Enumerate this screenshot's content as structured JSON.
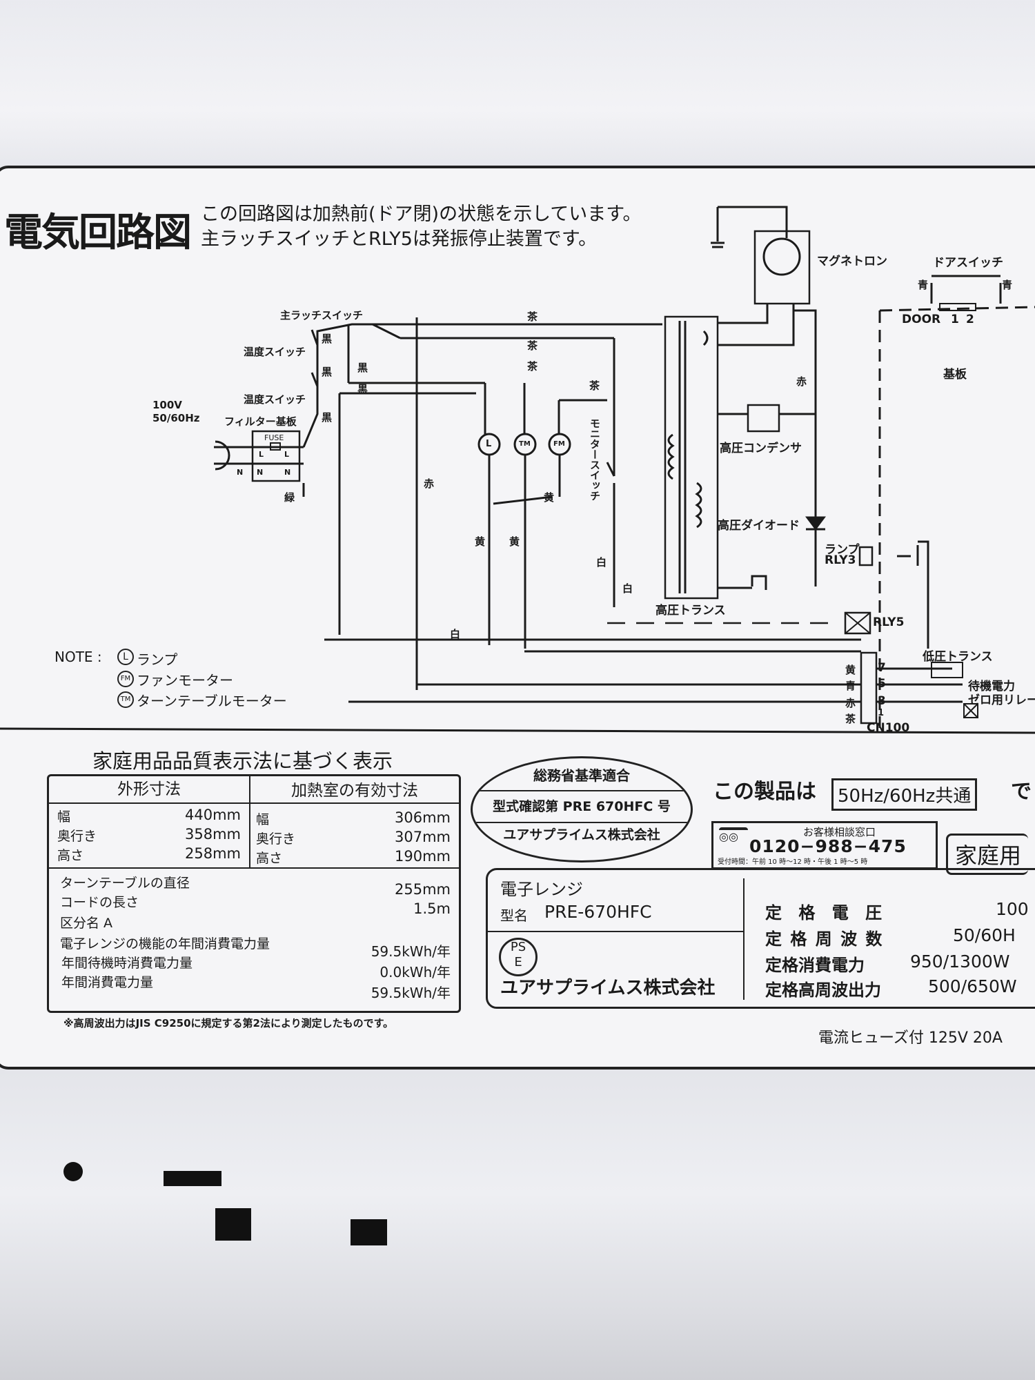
{
  "header": {
    "title": "電気回路図",
    "note_line1": "この回路図は加熱前(ドア閉)の状態を示しています。",
    "note_line2": "主ラッチスイッチとRLY5は発振停止装置です。"
  },
  "diagram": {
    "main_latch_switch": "主ラッチスイッチ",
    "temp_switch_1": "温度スイッチ",
    "temp_switch_2": "温度スイッチ",
    "supply_voltage": "100V",
    "supply_freq": "50/60Hz",
    "filter_board": "フィルター基板",
    "fuse": "FUSE",
    "terminal_L1": "L",
    "terminal_L2": "L",
    "terminal_N1": "N",
    "terminal_N2": "N",
    "terminal_N3": "N",
    "wire_colors": [
      "黒",
      "黒",
      "黒",
      "黒",
      "黒",
      "茶",
      "茶",
      "茶",
      "茶",
      "赤",
      "黄",
      "黄",
      "黄",
      "白",
      "白",
      "白",
      "緑",
      "赤"
    ],
    "lamp_symbol": "L",
    "turntable_symbol": "TM",
    "fan_symbol": "FM",
    "monitor_switch": "モニタースイッチ",
    "magnetron": "マグネトロン",
    "hv_capacitor": "高圧コンデンサ",
    "hv_diode": "高圧ダイオード",
    "hv_transformer": "高圧トランス",
    "door_switch": "ドアスイッチ",
    "door_wire_left": "青",
    "door_wire_right": "青",
    "door_connector": "DOOR",
    "door_pin_1": "1",
    "door_pin_2": "2",
    "board": "基板",
    "lamp_relay_label": "ランプ",
    "lamp_relay": "RLY3",
    "relay5": "RLY5",
    "lv_transformer": "低圧トランス",
    "standby_relay_line1": "待機電力",
    "standby_relay_line2": "ゼロ用リレー",
    "connector": "CN100",
    "connector_pins": [
      {
        "color": "黄",
        "pin": "7"
      },
      {
        "color": "青",
        "pin": "5"
      },
      {
        "color": "赤",
        "pin": "3"
      },
      {
        "color": "茶",
        "pin": "1"
      }
    ]
  },
  "note": {
    "heading": "NOTE :",
    "items": [
      {
        "symbol": "L",
        "text": "ランプ"
      },
      {
        "symbol": "FM",
        "text": "ファンモーター"
      },
      {
        "symbol": "TM",
        "text": "ターンテーブルモーター"
      }
    ]
  },
  "quality": {
    "heading": "家庭用品品質表示法に基づく表示",
    "outer_header": "外形寸法",
    "inner_header": "加熱室の有効寸法",
    "outer": [
      {
        "label": "幅",
        "value": "440mm"
      },
      {
        "label": "奥行き",
        "value": "358mm"
      },
      {
        "label": "高さ",
        "value": "258mm"
      }
    ],
    "inner": [
      {
        "label": "幅",
        "value": "306mm"
      },
      {
        "label": "奥行き",
        "value": "307mm"
      },
      {
        "label": "高さ",
        "value": "190mm"
      }
    ],
    "rows": [
      {
        "label": "ターンテーブルの直径",
        "value": "255mm"
      },
      {
        "label": "コードの長さ",
        "value": "1.5m"
      },
      {
        "label": "区分名 A",
        "value": ""
      },
      {
        "label": "電子レンジの機能の年間消費電力量",
        "value": "59.5kWh/年"
      },
      {
        "label": "年間待機時消費電力量",
        "value": "0.0kWh/年"
      },
      {
        "label": "年間消費電力量",
        "value": "59.5kWh/年"
      }
    ],
    "footnote": "※高周波出力はJIS C9250に規定する第2法により測定したものです。"
  },
  "certification": {
    "line1": "総務省基準適合",
    "line2": "型式確認第 PRE 670HFC 号",
    "line3": "ユアサプライムス株式会社"
  },
  "frequency": {
    "prefix": "この製品は",
    "boxed": "50Hz/60Hz共通",
    "suffix": "で"
  },
  "support": {
    "title": "お客様相談窓口",
    "phone": "0120−988−475",
    "hours": "受付時間：午前 10 時〜12 時・午後 1 時〜5 時"
  },
  "household_badge": "家庭用",
  "product": {
    "name": "電子レンジ",
    "model_label": "型名",
    "model": "PRE-670HFC",
    "pse_top": "PS",
    "pse_bottom": "E",
    "maker": "ユアサプライムス株式会社"
  },
  "ratings": [
    {
      "label": "定 格 電 圧",
      "value": "100"
    },
    {
      "label": "定 格 周 波 数",
      "value": "50/60H"
    },
    {
      "label": "定格消費電力",
      "value": "950/1300W"
    },
    {
      "label": "定格高周波出力",
      "value": "500/650W"
    }
  ],
  "fuse_note": "電流ヒューズ付 125V 20A"
}
